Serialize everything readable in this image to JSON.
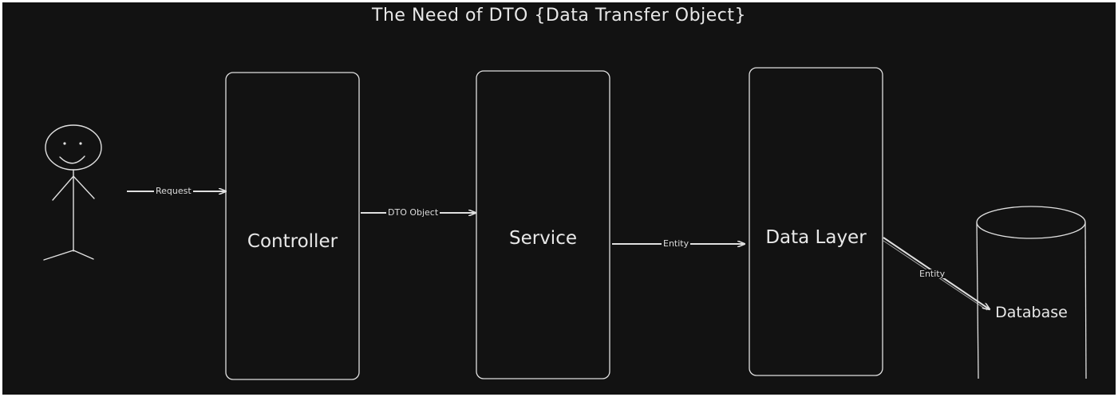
{
  "title": "The Need of DTO {Data Transfer Object}",
  "nodes": {
    "controller": "Controller",
    "service": "Service",
    "data_layer": "Data Layer",
    "database": "Database"
  },
  "edges": {
    "request": "Request",
    "dto_object": "DTO Object",
    "entity_service_to_data": "Entity",
    "entity_data_to_db": "Entity"
  },
  "colors": {
    "background": "#121212",
    "stroke": "#e0e0e0",
    "text": "#e8e8e8"
  }
}
